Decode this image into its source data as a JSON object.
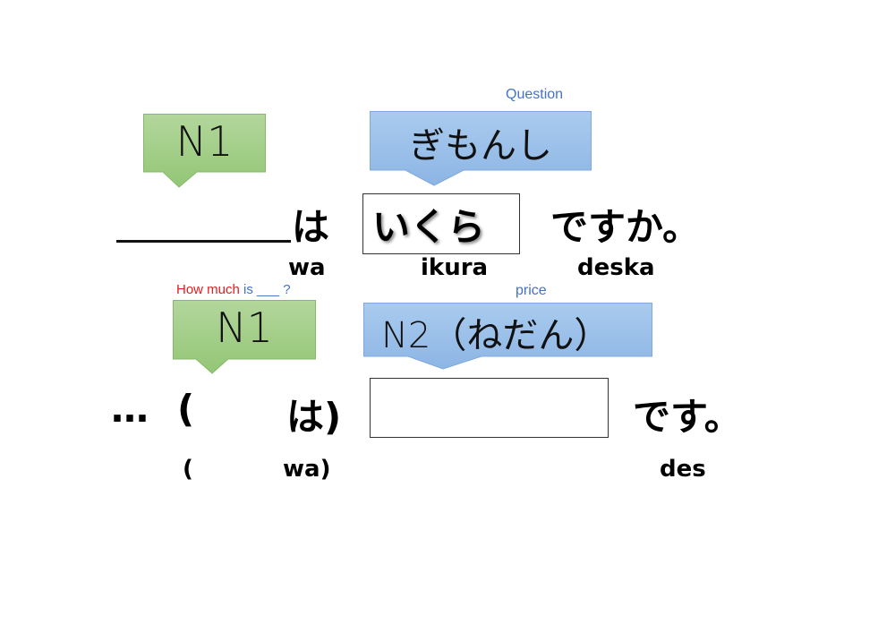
{
  "labels": {
    "question": "Question",
    "how_much": "How much",
    "is": "is",
    "blank": "___",
    "qmark": "?",
    "price": "price"
  },
  "callouts": {
    "n1_top": "N1",
    "gimonshi": "ぎもんし",
    "n1_bottom": "N1",
    "n2_nedan": "N2（ねだん）"
  },
  "sentence1": {
    "wa": "は",
    "ikura": "いくら",
    "desuka": "ですか。",
    "romaji": {
      "wa": "wa",
      "ikura": "ikura",
      "deska": "deska"
    }
  },
  "sentence2": {
    "ellipsis": "…",
    "open_paren": "(",
    "wa_close": "は)",
    "desu": "です。",
    "romaji": {
      "open_paren": "(",
      "wa_close": "wa)",
      "des": "des"
    }
  },
  "colors": {
    "green": "#a9d18e",
    "blue": "#9dc3e6",
    "label_blue": "#4472c4",
    "label_red": "#e02020"
  }
}
